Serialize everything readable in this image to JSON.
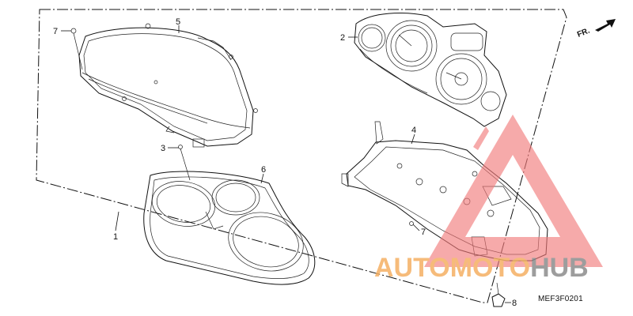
{
  "callouts": [
    {
      "id": "1",
      "label": "1"
    },
    {
      "id": "2",
      "label": "2"
    },
    {
      "id": "3",
      "label": "3"
    },
    {
      "id": "4",
      "label": "4"
    },
    {
      "id": "5",
      "label": "5"
    },
    {
      "id": "6",
      "label": "6"
    },
    {
      "id": "7a",
      "label": "7"
    },
    {
      "id": "7b",
      "label": "7"
    },
    {
      "id": "8",
      "label": "8"
    }
  ],
  "direction_label": "FR.",
  "diagram_code": "MEF3F0201",
  "watermark": {
    "part1": "AUTOMOTO",
    "part2": "HUB",
    "color_primary": "#f5b063",
    "color_secondary": "#8c8c8c",
    "triangle_color": "#f27a7a"
  }
}
